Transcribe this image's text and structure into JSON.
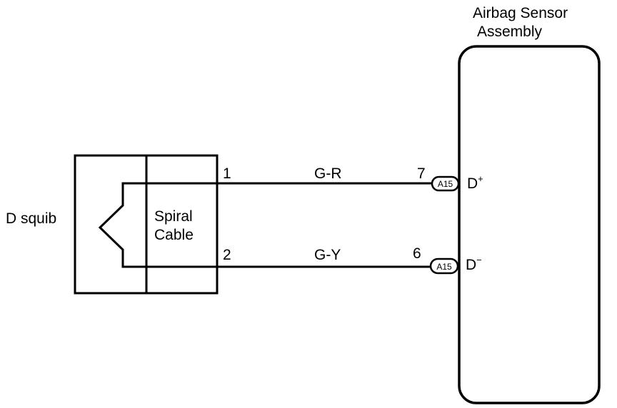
{
  "component_left": {
    "label": "D squib",
    "inner_label_line1": "Spiral",
    "inner_label_line2": "Cable"
  },
  "component_right": {
    "title_line1": "Airbag Sensor",
    "title_line2": "Assembly"
  },
  "wires": [
    {
      "left_pin": "1",
      "color_code": "G-R",
      "right_pin": "7",
      "connector": "A15",
      "terminal": "D",
      "terminal_sign": "+"
    },
    {
      "left_pin": "2",
      "color_code": "G-Y",
      "right_pin": "6",
      "connector": "A15",
      "terminal": "D",
      "terminal_sign": "−"
    }
  ]
}
